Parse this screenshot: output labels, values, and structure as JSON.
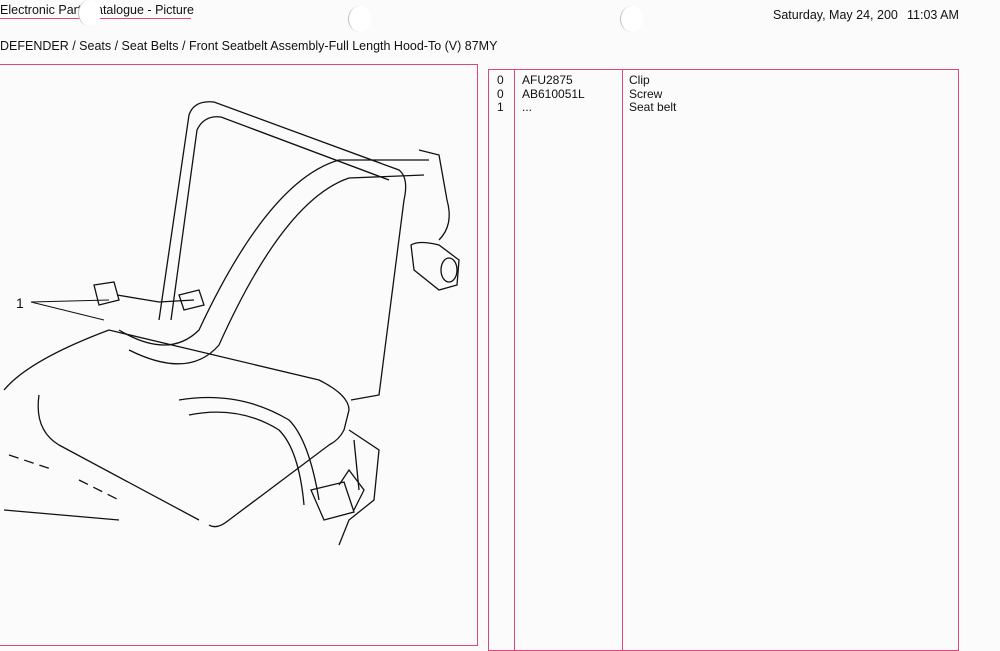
{
  "header": {
    "title_part1": "Electronic Part",
    "title_part2": "atalogue - Picture",
    "date_part1": "Saturday, May 24, 200",
    "time": "11:03 AM"
  },
  "breadcrumb": "DEFENDER / Seats / Seat Belts / Front Seatbelt Assembly-Full Length Hood-To (V) 87MY",
  "illustration": {
    "callout": "1"
  },
  "parts": [
    {
      "qty": "0",
      "part_no": "AFU2875",
      "description": "Clip"
    },
    {
      "qty": "0",
      "part_no": "AB610051L",
      "description": "Screw"
    },
    {
      "qty": "1",
      "part_no": "...",
      "description": "Seat belt"
    }
  ],
  "colors": {
    "rule": "#d84a7a"
  }
}
